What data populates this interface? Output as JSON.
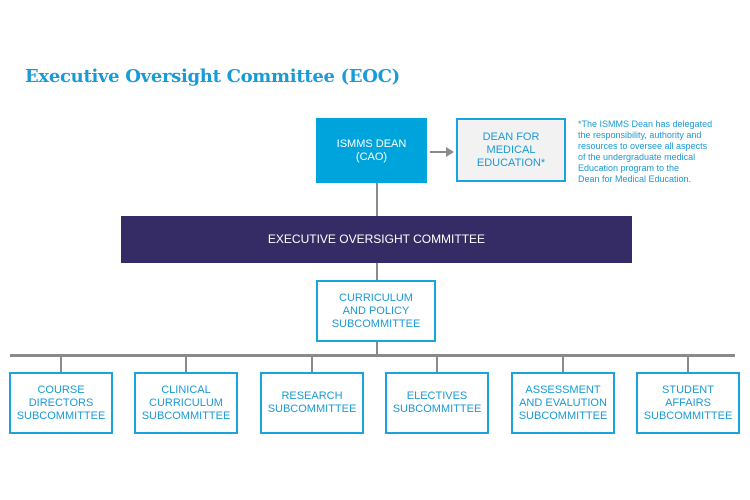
{
  "title": "Executive Oversight Committee (EOC)",
  "nodes": {
    "dean": "ISMMS DEAN\n(CAO)",
    "dme": "DEAN FOR\nMEDICAL\nEDUCATION*",
    "eoc": "EXECUTIVE OVERSIGHT COMMITTEE",
    "curriculum": "CURRICULUM\nAND POLICY\nSUBCOMMITTEE"
  },
  "note": "*The ISMMS Dean has delegated\nthe responsibility, authority and\nresources to oversee all aspects\nof the undergraduate medical\nEducation program to the\nDean for Medical Education.",
  "subcommittees": [
    "COURSE\nDIRECTORS\nSUBCOMMITTEE",
    "CLINICAL\nCURRICULUM\nSUBCOMMITTEE",
    "RESEARCH\nSUBCOMMITTEE",
    "ELECTIVES\nSUBCOMMITTEE",
    "ASSESSMENT\nAND EVALUTION\nSUBCOMMITTEE",
    "STUDENT\nAFFAIRS\nSUBCOMMITTEE"
  ],
  "colors": {
    "accent": "#1a9ad6",
    "eoc": "#352c65",
    "line": "#8a8a8a"
  }
}
